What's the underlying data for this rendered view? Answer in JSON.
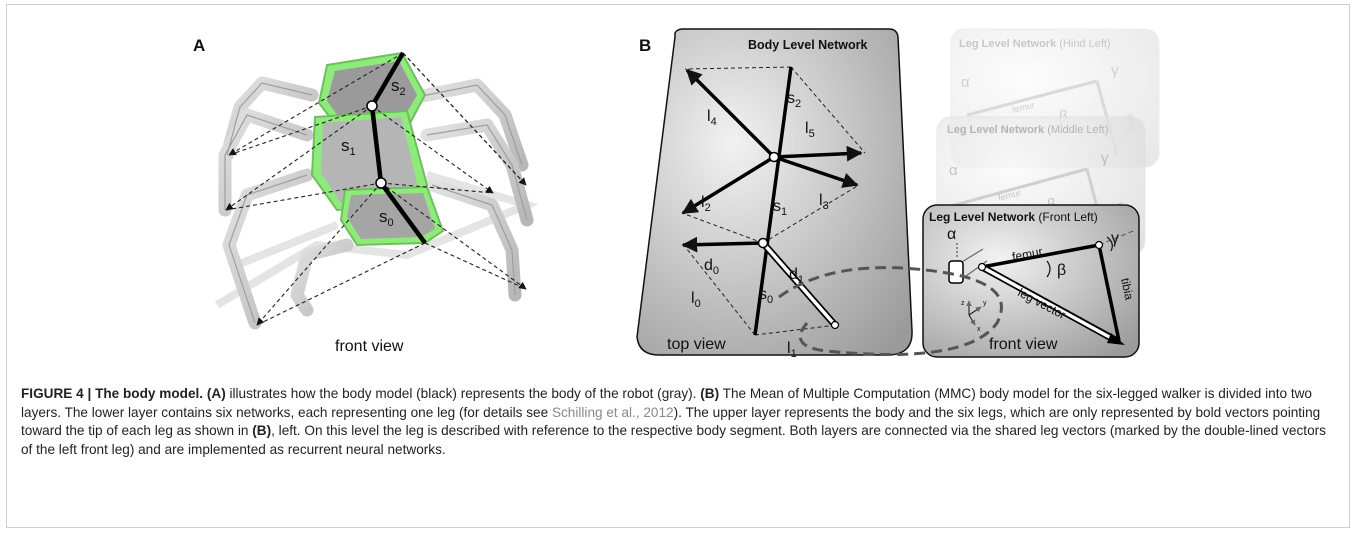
{
  "panelA": {
    "label": "A",
    "seg_labels": [
      {
        "base": "s",
        "sub": "2"
      },
      {
        "base": "s",
        "sub": "1"
      },
      {
        "base": "s",
        "sub": "0"
      }
    ],
    "view_label": "front view"
  },
  "panelB": {
    "label": "B",
    "body_network_title": "Body Level Network",
    "body_view_label": "top view",
    "vector_labels": [
      {
        "base": "s",
        "sub": "2"
      },
      {
        "base": "s",
        "sub": "1"
      },
      {
        "base": "s",
        "sub": "0"
      },
      {
        "base": "l",
        "sub": "4"
      },
      {
        "base": "l",
        "sub": "5"
      },
      {
        "base": "l",
        "sub": "2"
      },
      {
        "base": "l",
        "sub": "3"
      },
      {
        "base": "l",
        "sub": "0"
      },
      {
        "base": "l",
        "sub": "1"
      },
      {
        "base": "d",
        "sub": "0"
      },
      {
        "base": "d",
        "sub": "1"
      }
    ],
    "leg_cards": [
      {
        "title_bold": "Leg Level Network",
        "title_rest": "(Hind Left)"
      },
      {
        "title_bold": "Leg Level Network",
        "title_rest": "(Middle Left)"
      },
      {
        "title_bold": "Leg Level Network",
        "title_rest": "(Front Left)"
      }
    ],
    "leg_labels": {
      "alpha": "α",
      "beta": "β",
      "gamma": "γ",
      "femur": "femur",
      "tibia": "tibia",
      "leg_vector": "leg vector",
      "axis_z": "z",
      "axis_y": "y",
      "axis_x": "x"
    },
    "leg_view_label": "front view"
  },
  "caption": {
    "figure_label": "FIGURE 4 |",
    "title": "The body model.",
    "ref_a": "(A)",
    "text_1": "illustrates how the body model (black) represents the body of the robot (gray).",
    "ref_b1": "(B)",
    "text_2": "The Mean of Multiple Computation (MMC) body model for the six-legged walker is divided into two layers. The lower layer contains six networks, each representing one leg (for details see",
    "citation": "Schilling et al., 2012",
    "text_3": "). The upper layer represents the body and the six legs, which are only represented by bold vectors pointing toward the tip of each leg as shown in",
    "ref_b2": "(B)",
    "text_4": ", left. On this level the leg is described with reference to the respective body segment. Both layers are connected via the shared leg vectors (marked by the double-lined vectors of the left front leg) and are implemented as recurrent neural networks."
  }
}
